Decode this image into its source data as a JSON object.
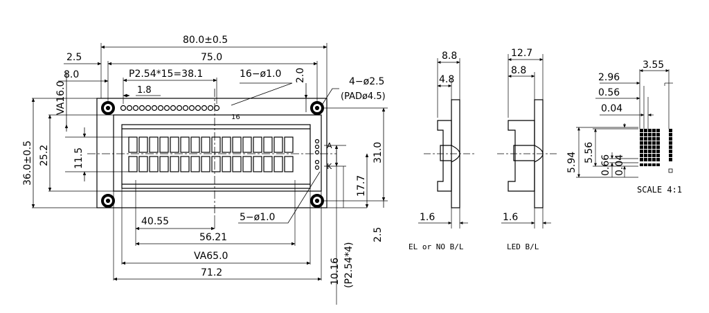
{
  "front_view": {
    "overall_width": "80.0±0.5",
    "hole_pitch_width": "75.0",
    "edge_offset_left": "2.5",
    "pin1_offset": "8.0",
    "pin_pitch": "P2.54*15=38.1",
    "pin_spacing": "1.8",
    "pin_holes": "16−ø1.0",
    "top_edge_offset": "2.0",
    "mount_holes": "4−ø2.5",
    "pad": "(PADø4.5)",
    "pin16_label": "16",
    "view_area_height": "VA16.0",
    "overall_height": "36.0±0.5",
    "bezel_height": "25.2",
    "active_height": "11.5",
    "hole_pitch_height": "31.0",
    "backlight_offset": "17.7",
    "bottom_offset": "2.5",
    "anode_label": "A",
    "cathode_label": "K",
    "bl_holes": "5−ø1.0",
    "dim_40_55": "40.55",
    "dim_56_21": "56.21",
    "view_area_width": "VA65.0",
    "bezel_width": "71.2",
    "bl_pitch_value": "10.16",
    "bl_pitch_formula": "(P2.54*4)"
  },
  "side_el": {
    "top_dim": "8.8",
    "inner_dim": "4.8",
    "bottom_dim": "1.6",
    "caption": "EL or NO B/L"
  },
  "side_led": {
    "top_dim": "12.7",
    "inner_dim": "8.8",
    "bottom_dim": "1.6",
    "caption": "LED B/L"
  },
  "char_detail": {
    "char_width": "3.55",
    "dot_pitch_h": "2.96",
    "dot_width": "0.56",
    "dot_gap": "0.04",
    "char_height": "5.94",
    "dot_rows_height": "5.56",
    "dot_height": "0.66",
    "row_gap": "0.04",
    "scale": "SCALE 4:1"
  }
}
